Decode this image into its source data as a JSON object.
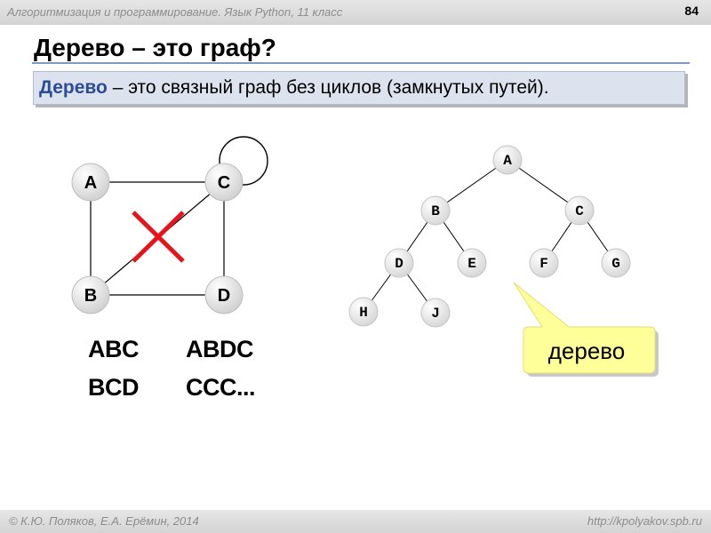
{
  "header": {
    "course": "Алгоритмизация и программирование. Язык Python, 11 класс",
    "slide_number": "84"
  },
  "title": "Дерево – это граф?",
  "definition": {
    "term": "Дерево",
    "rest": " – это связный граф без циклов (замкнутых путей)."
  },
  "graph": {
    "nodes": [
      "A",
      "C",
      "B",
      "D"
    ],
    "cycles": [
      [
        "ABC",
        "ABDC"
      ],
      [
        "BCD",
        "CCC..."
      ]
    ]
  },
  "tree": {
    "nodes": [
      "A",
      "B",
      "C",
      "D",
      "E",
      "F",
      "G",
      "H",
      "J"
    ],
    "edges": [
      [
        "A",
        "B"
      ],
      [
        "A",
        "C"
      ],
      [
        "B",
        "D"
      ],
      [
        "B",
        "E"
      ],
      [
        "C",
        "F"
      ],
      [
        "C",
        "G"
      ],
      [
        "D",
        "H"
      ],
      [
        "D",
        "J"
      ]
    ]
  },
  "callout": {
    "label": "дерево"
  },
  "footer": {
    "authors": "© К.Ю. Поляков, Е.А. Ерёмин, 2014",
    "url": "http://kpolyakov.spb.ru"
  },
  "colors": {
    "accent": "#2b4d96",
    "cross": "#e8141c",
    "callout_fill": "#ffff99",
    "node_fill": "#d9d9d9"
  }
}
